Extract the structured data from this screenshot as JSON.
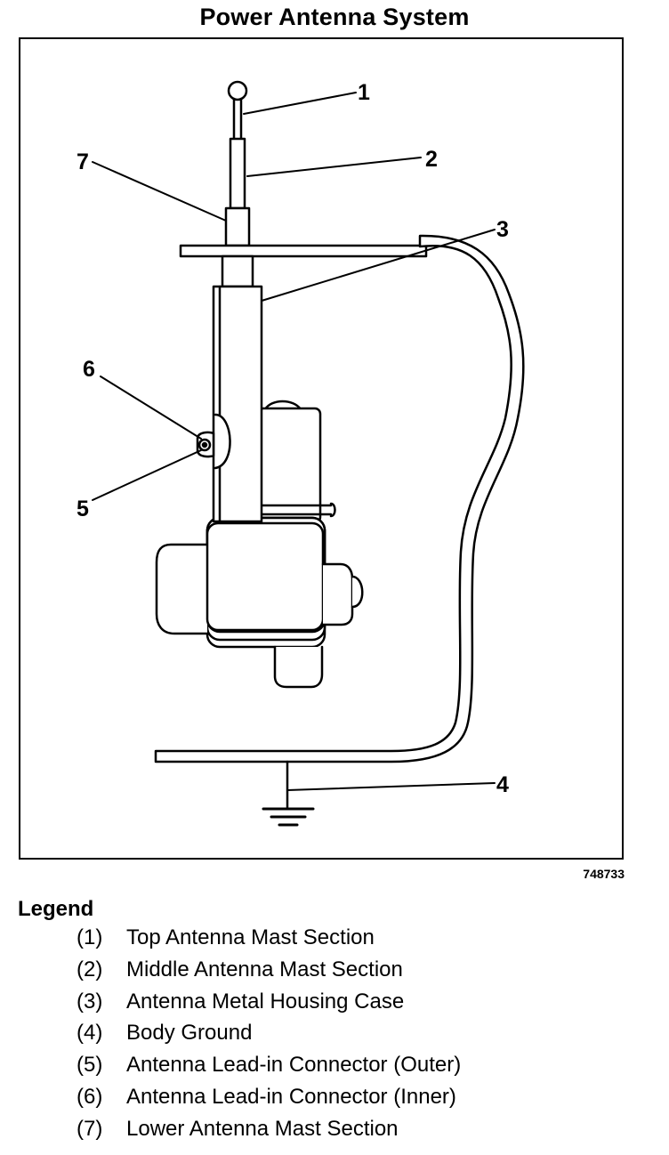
{
  "title": "Power Antenna System",
  "figure_id": "748733",
  "legend": {
    "heading": "Legend",
    "items": [
      {
        "number": "(1)",
        "label": "Top Antenna Mast Section"
      },
      {
        "number": "(2)",
        "label": "Middle Antenna Mast Section"
      },
      {
        "number": "(3)",
        "label": "Antenna Metal Housing Case"
      },
      {
        "number": "(4)",
        "label": "Body Ground"
      },
      {
        "number": "(5)",
        "label": "Antenna Lead-in Connector (Outer)"
      },
      {
        "number": "(6)",
        "label": "Antenna Lead-in Connector (Inner)"
      },
      {
        "number": "(7)",
        "label": "Lower Antenna Mast Section"
      }
    ]
  },
  "callouts": {
    "c1": "1",
    "c2": "2",
    "c3": "3",
    "c4": "4",
    "c5": "5",
    "c6": "6",
    "c7": "7"
  }
}
